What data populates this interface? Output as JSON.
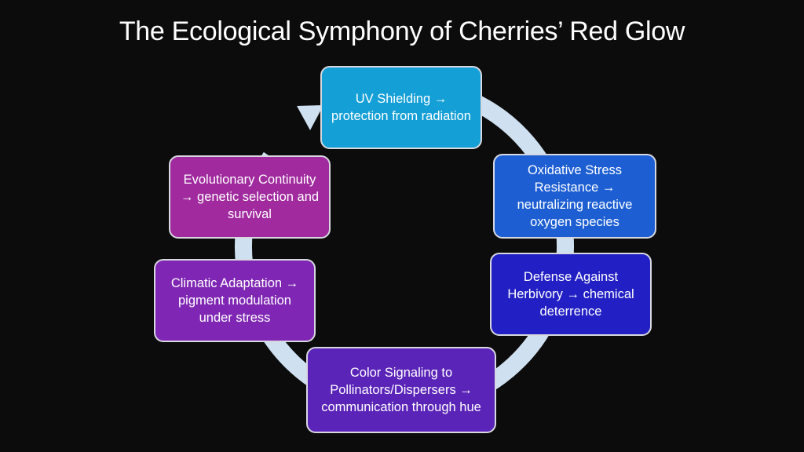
{
  "title": "The Ecological Symphony of Cherries’ Red Glow",
  "cycle": {
    "ring_color": "#cfe0f0",
    "arrow-icon": "curved-arrow-icon",
    "nodes": [
      {
        "label": "UV Shielding → protection from radiation",
        "color": "#149fd6"
      },
      {
        "label": "Oxidative Stress Resistance → neutralizing reactive oxygen species",
        "color": "#1d5fd3"
      },
      {
        "label": "Defense Against Herbivory → chemical deterrence",
        "color": "#2220c4"
      },
      {
        "label": "Color Signaling to Pollinators/Dispersers → communication through hue",
        "color": "#5a24b8"
      },
      {
        "label": "Climatic Adaptation → pigment modulation under stress",
        "color": "#7f27b4"
      },
      {
        "label": "Evolutionary Continuity → genetic selection and survival",
        "color": "#a02a9e"
      }
    ]
  }
}
